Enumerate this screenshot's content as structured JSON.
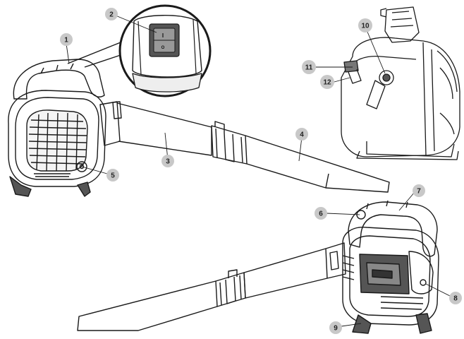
{
  "callouts": [
    {
      "id": "1",
      "label": "1"
    },
    {
      "id": "2",
      "label": "2"
    },
    {
      "id": "3",
      "label": "3"
    },
    {
      "id": "4",
      "label": "4"
    },
    {
      "id": "5",
      "label": "5"
    },
    {
      "id": "6",
      "label": "6"
    },
    {
      "id": "7",
      "label": "7"
    },
    {
      "id": "8",
      "label": "8"
    },
    {
      "id": "9",
      "label": "9"
    },
    {
      "id": "10",
      "label": "10"
    },
    {
      "id": "11",
      "label": "11"
    },
    {
      "id": "12",
      "label": "12"
    }
  ],
  "colors": {
    "line": "#1a1a1a",
    "callout_fill": "#c8c8c8",
    "background": "#ffffff"
  },
  "switch_glyphs": {
    "on": "I",
    "off": "O"
  }
}
